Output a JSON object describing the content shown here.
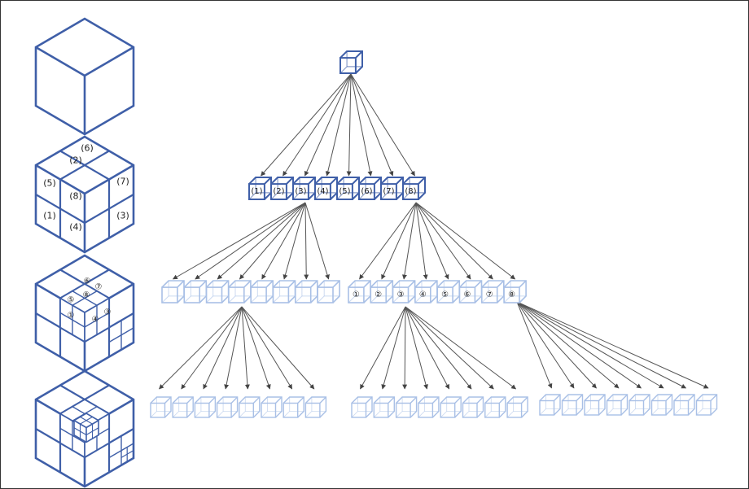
{
  "title": "",
  "colors": {
    "dark": "#3f5fa8",
    "mid": "#6f8fc8",
    "light": "#a9c0e6",
    "arrow": "#555555",
    "text": "#222222"
  },
  "left_column": {
    "subdivision_levels": [
      0,
      1,
      2,
      3
    ],
    "level1_labels": [
      "(1)",
      "(2)",
      "(3)",
      "(4)",
      "(5)",
      "(6)",
      "(7)",
      "(8)"
    ],
    "level2_labels": [
      "①",
      "②",
      "③",
      "④",
      "⑤",
      "⑥",
      "⑦",
      "⑧"
    ]
  },
  "tree": {
    "root_label": "",
    "level1_labels": [
      "(1)",
      "(2)",
      "(3)",
      "(4)",
      "(5)",
      "(6)",
      "(7)",
      "(8)"
    ],
    "level2_groups": [
      {
        "parent": "(3)",
        "labels": [
          "",
          "",
          "",
          "",
          "",
          "",
          "",
          ""
        ]
      },
      {
        "parent": "(8)",
        "labels": [
          "①",
          "②",
          "③",
          "④",
          "⑤",
          "⑥",
          "⑦",
          "⑧"
        ]
      }
    ],
    "level3_groups": [
      {
        "parent": "(3) / 4",
        "labels": [
          "",
          "",
          "",
          "",
          "",
          "",
          "",
          ""
        ]
      },
      {
        "parent": "(8) / ③",
        "labels": [
          "",
          "",
          "",
          "",
          "",
          "",
          "",
          ""
        ]
      },
      {
        "parent": "(8) / ⑧",
        "labels": [
          "",
          "",
          "",
          "",
          "",
          "",
          "",
          ""
        ]
      }
    ]
  }
}
